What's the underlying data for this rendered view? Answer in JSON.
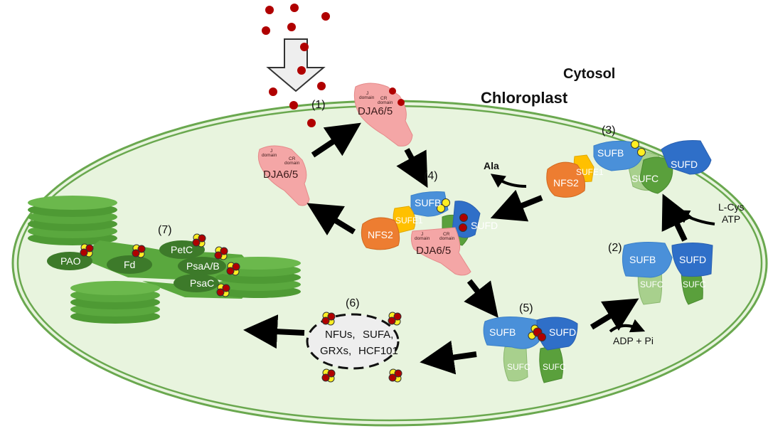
{
  "regions": {
    "cytosol": "Cytosol",
    "chloroplast": "Chloroplast"
  },
  "steps": {
    "s1": "(1)",
    "s2": "(2)",
    "s3": "(3)",
    "s4": "(4)",
    "s5": "(5)",
    "s6": "(6)",
    "s7": "(7)"
  },
  "proteins": {
    "dja": "DJA6/5",
    "j_domain_1": "J",
    "j_domain_2": "domain",
    "cr_domain_1": "CR",
    "cr_domain_2": "domain",
    "sufb": "SUFB",
    "sufc": "SUFC",
    "sufd": "SUFD",
    "sufe1": "SUFE1",
    "nfs2": "NFS2"
  },
  "metabolites": {
    "ala": "Ala",
    "lcys": "L-Cys",
    "atp": "ATP",
    "adp_pi": "ADP + Pi"
  },
  "carriers": {
    "line1_left": "NFUs,",
    "line1_right": "SUFA,",
    "line2_left": "GRXs,",
    "line2_right": "HCF101"
  },
  "targets": {
    "pao": "PAO",
    "fd": "Fd",
    "petc": "PetC",
    "psaab": "PsaA/B",
    "psac": "PsaC"
  },
  "colors": {
    "membrane": "#6aa84f",
    "stroma": "#e8f4de",
    "iron": "#c00000",
    "sulfur": "#ffee22",
    "sufb": "#4a90d9",
    "sufd": "#2f6fc8",
    "sufc_light": "#a8d08d",
    "sufc_dark": "#5aa03c",
    "sufe1": "#ffc000",
    "nfs2": "#ed7d31",
    "dja": "#f4a6a6",
    "thylakoid": "#6ab04c"
  }
}
